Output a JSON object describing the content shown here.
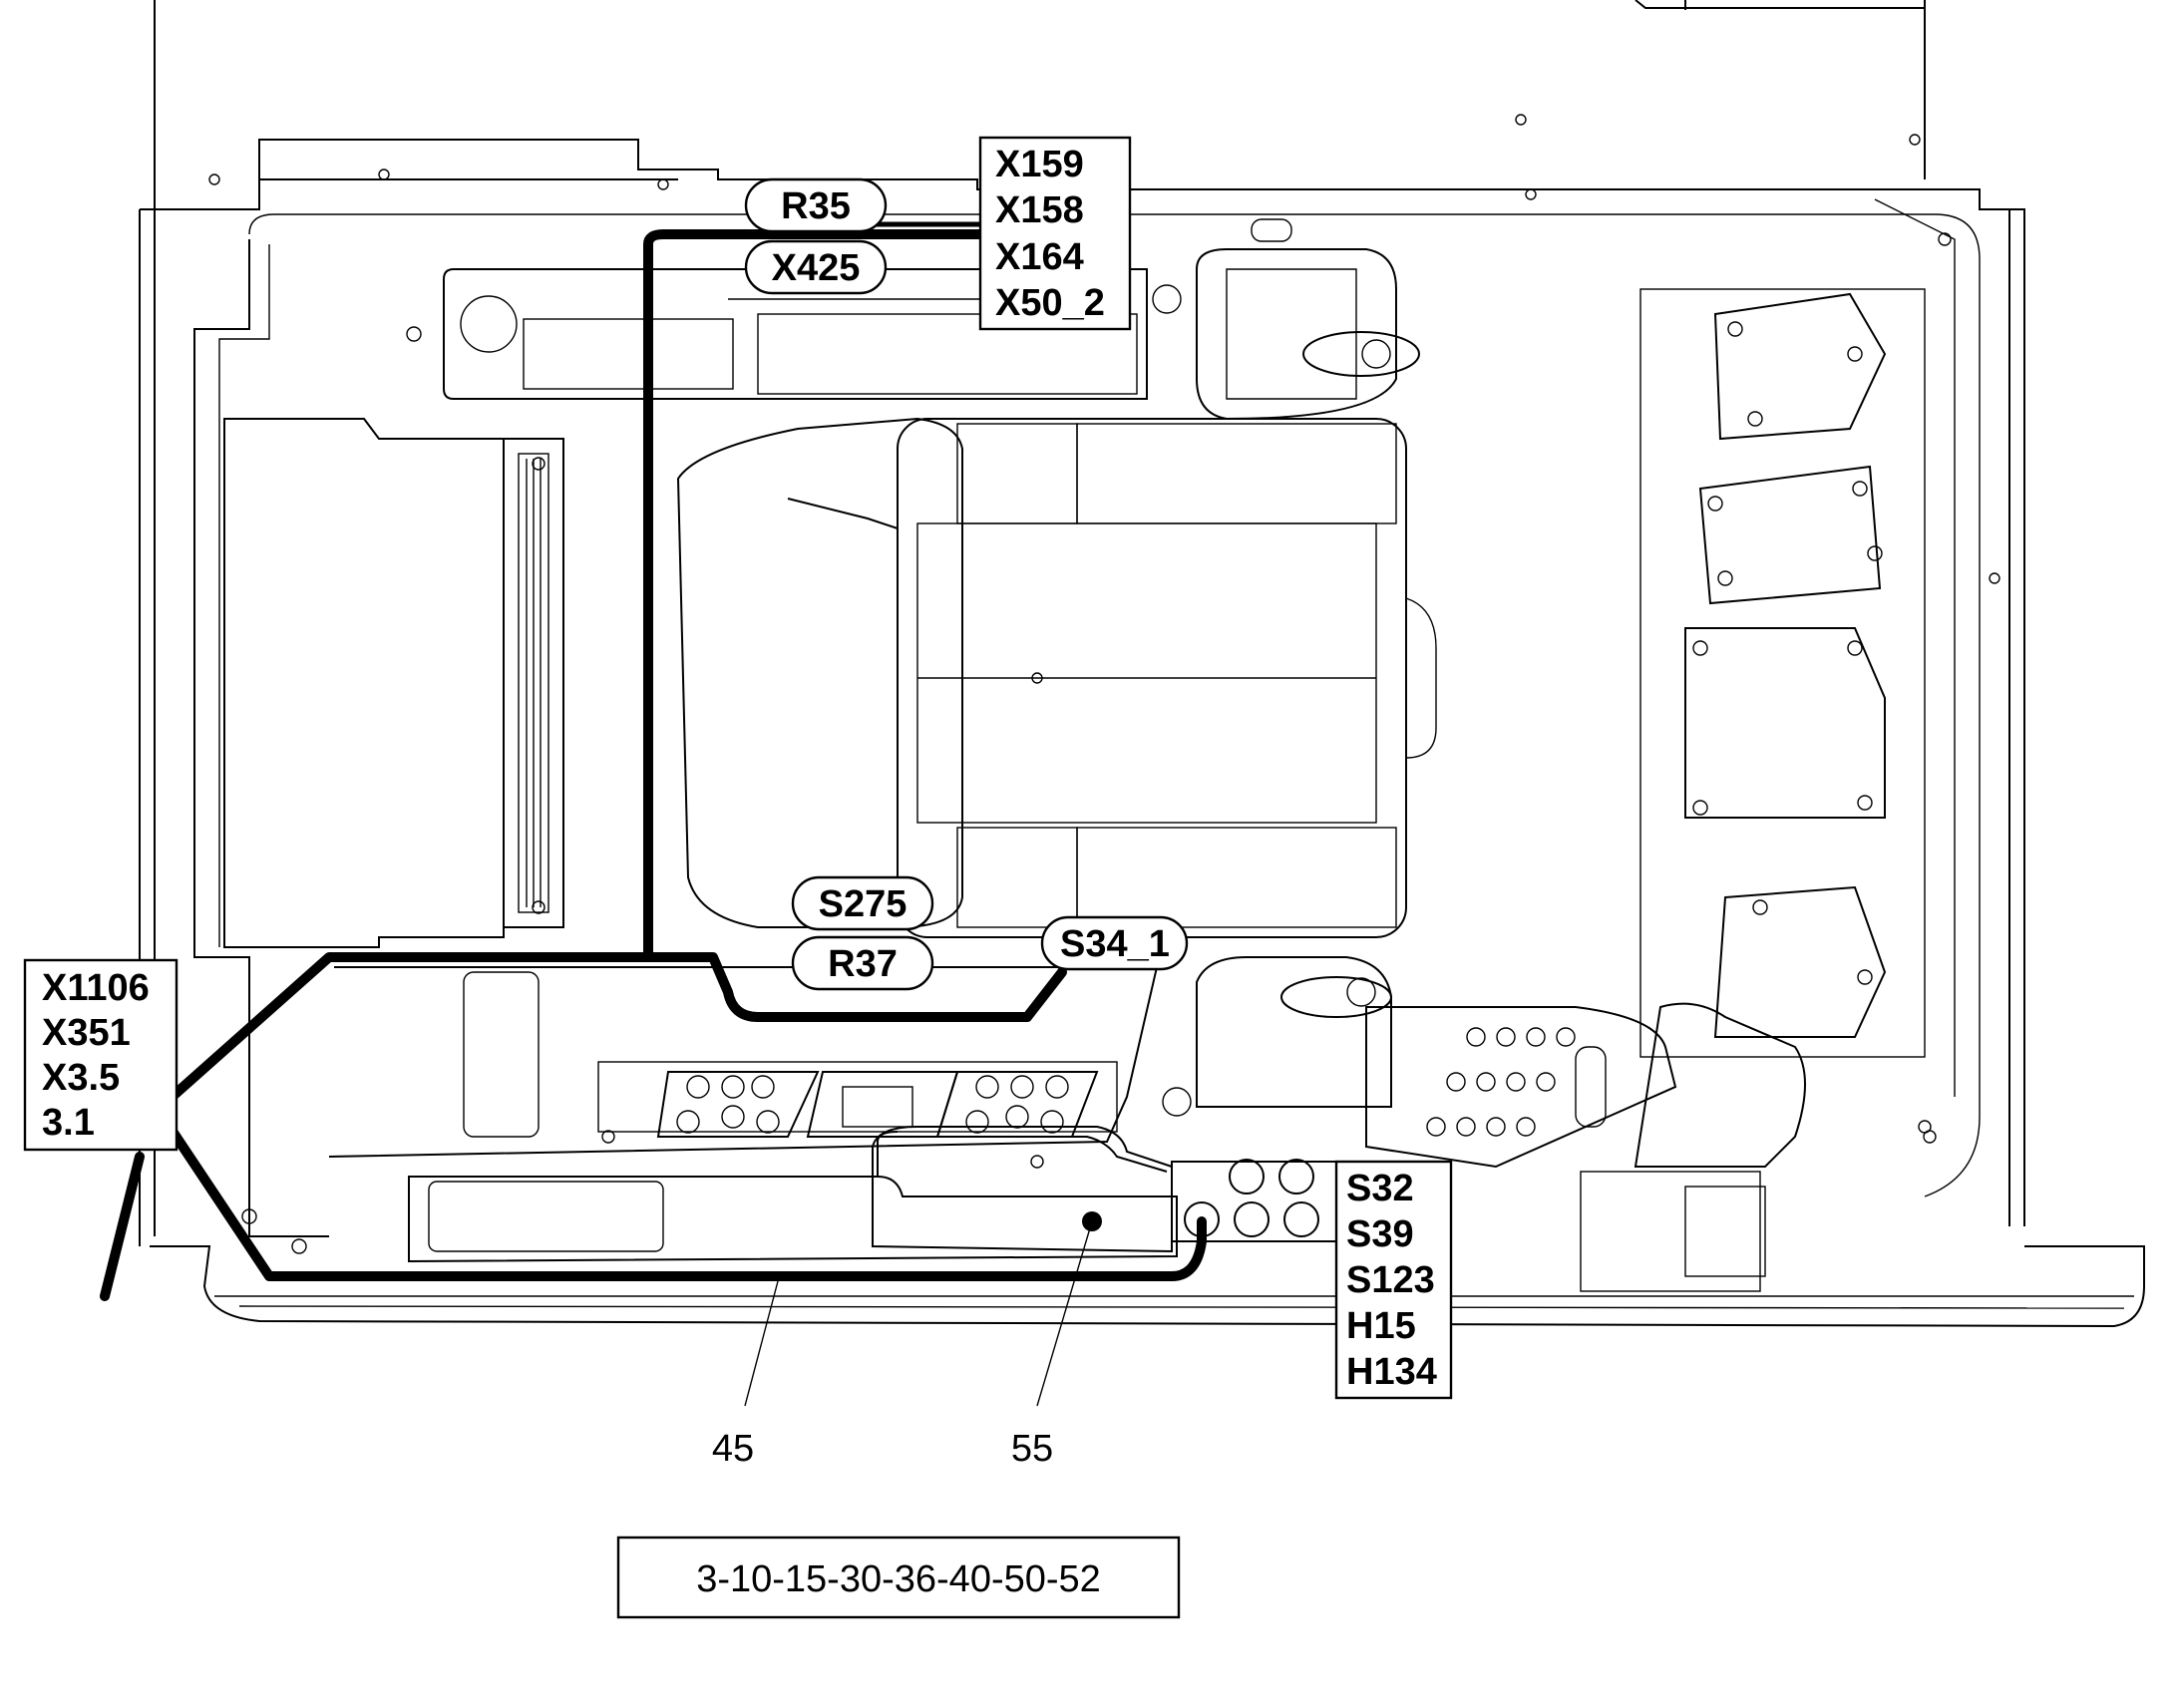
{
  "labels": {
    "r35": "R35",
    "x425": "X425",
    "s275": "S275",
    "r37": "R37",
    "s34_1": "S34_1",
    "top_box": [
      "X159",
      "X158",
      "X164",
      "X50_2"
    ],
    "left_box": [
      "X1106",
      "X351",
      "X3.5",
      "3.1"
    ],
    "right_box": [
      "S32",
      "S39",
      "S123",
      "H15",
      "H134"
    ]
  },
  "callouts": {
    "harness_item": "45",
    "panel_item": "55"
  },
  "variant_codes": "3-10-15-30-36-40-50-52"
}
